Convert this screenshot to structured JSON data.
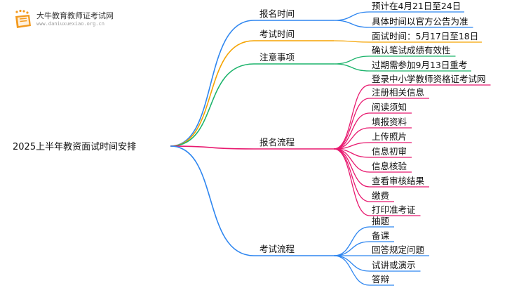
{
  "logo": {
    "name": "大牛教育教师证考试网",
    "url": "www.daniuxuexiao.org.cn"
  },
  "root": "2025上半年教资面试时间安排",
  "colors": {
    "branch_1": "#2E86F0",
    "branch_2": "#F5A300",
    "branch_3": "#1CB36B",
    "branch_4": "#E8196F",
    "branch_5": "#2E86F0",
    "logo_accent": "#F39A1E"
  },
  "branches": [
    {
      "label": "报名时间",
      "children": [
        "预计在4月21日至24日",
        "具体时间以官方公告为准"
      ]
    },
    {
      "label": "考试时间",
      "children": [
        "面试时间：5月17日至18日"
      ]
    },
    {
      "label": "注意事项",
      "children": [
        "确认笔试成绩有效性",
        "过期需参加9月13日重考"
      ]
    },
    {
      "label": "报名流程",
      "children": [
        "登录中小学教师资格证考试网",
        "注册相关信息",
        "阅读须知",
        "填报资料",
        "上传照片",
        "信息初审",
        "信息核验",
        "查看审核结果",
        "缴费",
        "打印准考证"
      ]
    },
    {
      "label": "考试流程",
      "children": [
        "抽题",
        "备课",
        "回答规定问题",
        "试讲或演示",
        "答辩"
      ]
    }
  ]
}
